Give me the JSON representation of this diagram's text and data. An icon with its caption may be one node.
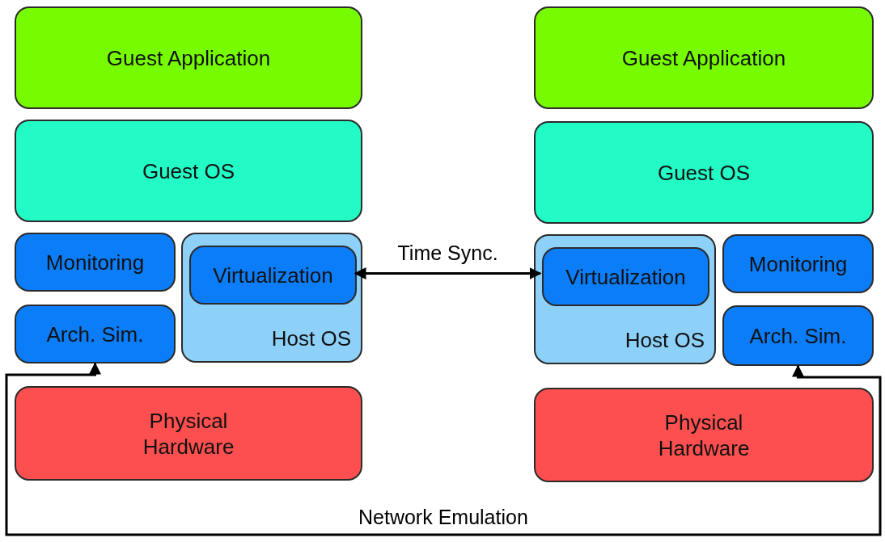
{
  "diagram": {
    "nodes": [
      {
        "text": [
          "Guest Application"
        ]
      },
      {
        "text": [
          "Guest OS"
        ]
      },
      {
        "text": [
          "Monitoring"
        ]
      },
      {
        "text": [
          "Host OS"
        ]
      },
      {
        "text": [
          "Virtualization"
        ],
        "in": 3
      },
      {
        "text": [
          "Arch. Sim."
        ]
      },
      {
        "text": [
          "Physical Hardware"
        ]
      },
      {
        "text": [
          "Guest Application"
        ]
      },
      {
        "text": [
          "Guest OS"
        ]
      },
      {
        "text": [
          "Host OS"
        ]
      },
      {
        "text": [
          "Virtualization"
        ],
        "in": 9
      },
      {
        "text": [
          "Monitoring"
        ]
      },
      {
        "text": [
          "Arch. Sim."
        ]
      },
      {
        "text": [
          "Physical Hardware"
        ]
      }
    ],
    "edges": [
      {
        "from": 4,
        "to": 10,
        "arrow": "both",
        "label": "Time Sync."
      },
      {
        "from": 5,
        "to": 12,
        "arrow": "both",
        "label": "Network Emulation"
      }
    ]
  }
}
